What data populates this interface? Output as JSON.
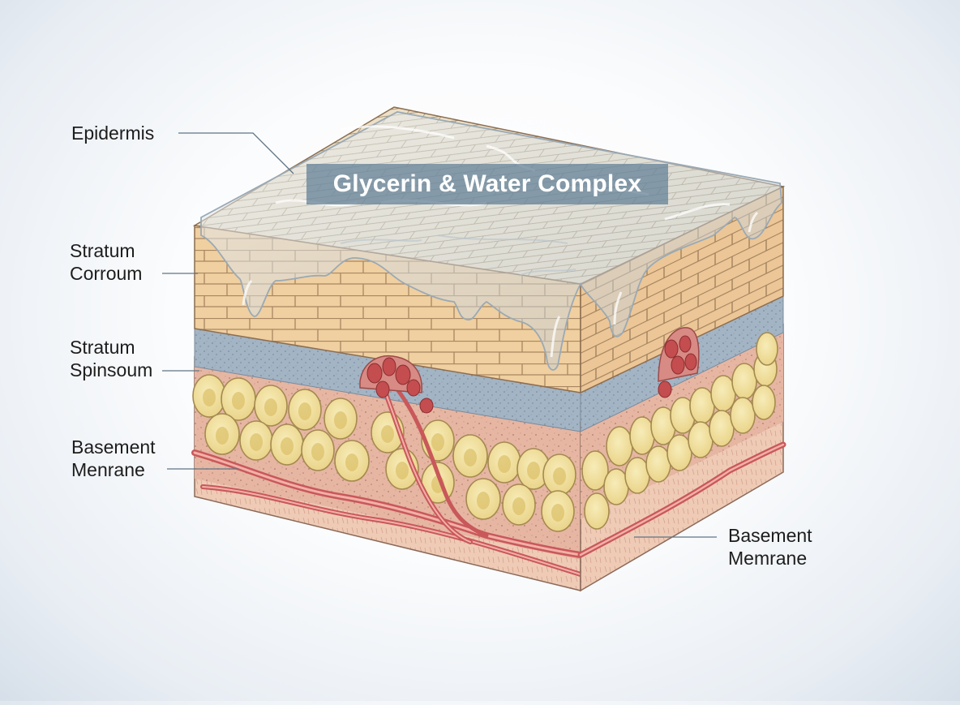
{
  "banner": {
    "text": "Glycerin & Water Complex"
  },
  "labels": {
    "epidermis": "Epidermis",
    "stratum_corneum": [
      "Stratum",
      "Corroum"
    ],
    "stratum_spinosum": [
      "Stratum",
      "Spinsoum"
    ],
    "basement_left": [
      "Basement",
      "Menrane"
    ],
    "basement_right": [
      "Basement",
      "Memrane"
    ]
  },
  "colors": {
    "brick": "#f0cfa0",
    "mortar": "#a88762",
    "glycerin_film": "#c8d3da",
    "spinosum_band": "#9fb2c4",
    "dermis": "#e8b3a1",
    "cells": "#f0e19a",
    "vessels": "#c9585a",
    "banner": "#607e96"
  }
}
